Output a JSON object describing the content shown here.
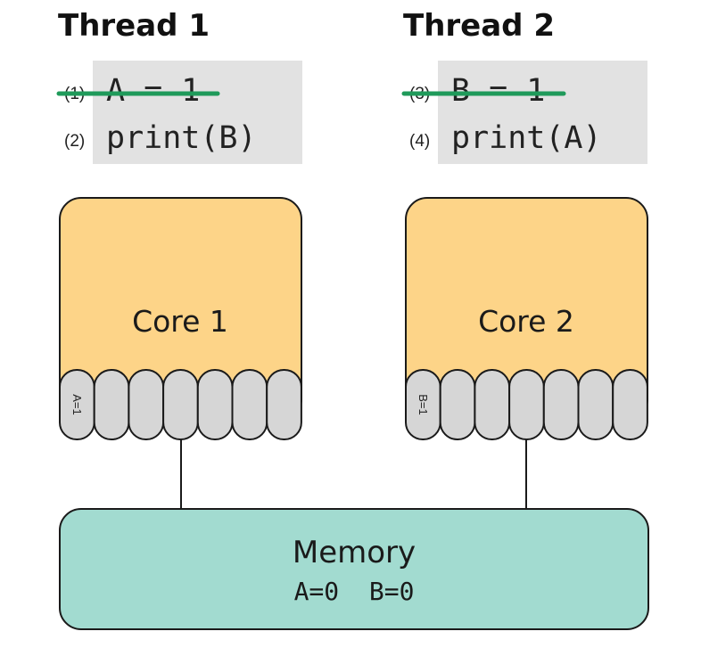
{
  "threads": [
    {
      "title": "Thread 1",
      "lines": [
        {
          "num": "(1)",
          "code": "A = 1",
          "struck": true
        },
        {
          "num": "(2)",
          "code": "print(B)",
          "struck": false
        }
      ]
    },
    {
      "title": "Thread 2",
      "lines": [
        {
          "num": "(3)",
          "code": "B = 1",
          "struck": true
        },
        {
          "num": "(4)",
          "code": "print(A)",
          "struck": false
        }
      ]
    }
  ],
  "cores": [
    {
      "label": "Core 1",
      "buffer_label": "A=1"
    },
    {
      "label": "Core 2",
      "buffer_label": "B=1"
    }
  ],
  "memory": {
    "label": "Memory",
    "values": "A=0  B=0"
  },
  "colors": {
    "code_bg": "#e2e2e2",
    "core_fill": "#fdd488",
    "cell_fill": "#d6d6d6",
    "memory_fill": "#a2dbd0",
    "strike": "#1f9a5a",
    "outline": "#1a1a1a"
  }
}
